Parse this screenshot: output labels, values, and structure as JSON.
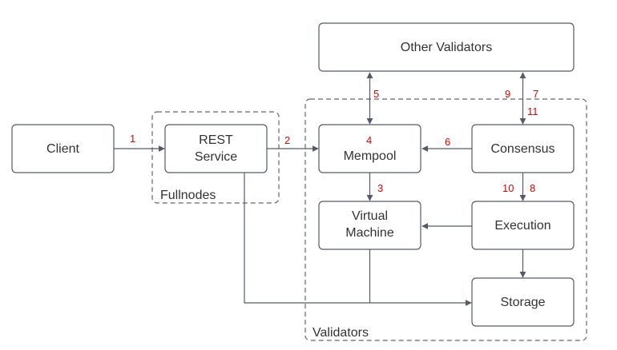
{
  "nodes": {
    "client": "Client",
    "rest": [
      "REST",
      "Service"
    ],
    "mempool": "Mempool",
    "consensus": "Consensus",
    "vm": [
      "Virtual",
      "Machine"
    ],
    "execution": "Execution",
    "storage": "Storage",
    "other_validators": "Other Validators"
  },
  "groups": {
    "fullnodes": "Fullnodes",
    "validators": "Validators"
  },
  "steps": {
    "s1": "1",
    "s2": "2",
    "s3": "3",
    "s4": "4",
    "s5": "5",
    "s6": "6",
    "s7": "7",
    "s8": "8",
    "s9": "9",
    "s10": "10",
    "s11": "11"
  },
  "colors": {
    "step_label": "#e00000",
    "stroke": "#555a66",
    "text": "#333333"
  }
}
